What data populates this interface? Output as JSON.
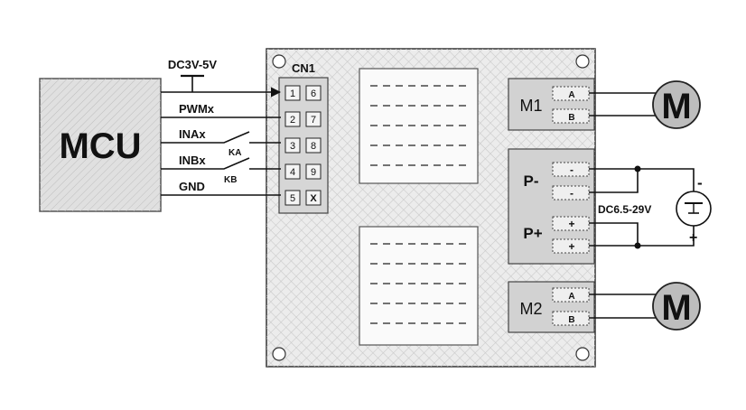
{
  "mcu": {
    "label": "MCU"
  },
  "supply_logic": {
    "label": "DC3V-5V"
  },
  "signals": [
    {
      "label": "PWMx"
    },
    {
      "label": "INAx"
    },
    {
      "label": "INBx"
    },
    {
      "label": "GND"
    }
  ],
  "switches": {
    "ka": "KA",
    "kb": "KB"
  },
  "connector": {
    "label": "CN1",
    "pins_left": [
      "1",
      "2",
      "3",
      "4",
      "5"
    ],
    "pins_right": [
      "6",
      "7",
      "8",
      "9",
      "X"
    ]
  },
  "outputs": {
    "m1": {
      "label": "M1",
      "terminals": [
        "A",
        "B"
      ]
    },
    "m2": {
      "label": "M2",
      "terminals": [
        "A",
        "B"
      ]
    },
    "power": {
      "p_minus": "P-",
      "p_plus": "P+",
      "terminals": [
        "-",
        "-",
        "+",
        "+"
      ]
    }
  },
  "motor": {
    "symbol": "M"
  },
  "supply_motor": {
    "label": "DC6.5-29V",
    "minus": "-",
    "plus": "+"
  },
  "colors": {
    "board_fill": "#e7e7e7",
    "board_pattern": "#c8c8c8",
    "mcu_fill": "#dddddd",
    "line": "#111111",
    "motor_fill": "#bdbdbd"
  }
}
